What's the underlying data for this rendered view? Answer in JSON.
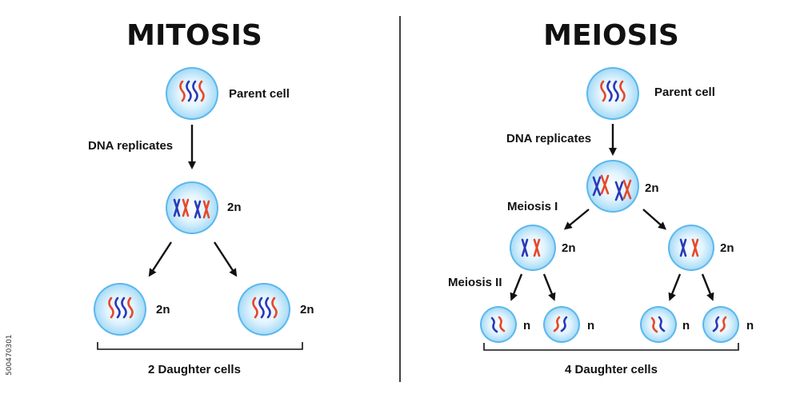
{
  "colors": {
    "maternal": "#e8472a",
    "paternal": "#2a39b8",
    "cell_fill": "#d8f1fd",
    "cell_border": "#5bb8ec"
  },
  "mitosis": {
    "title": "MITOSIS",
    "parent_label": "Parent cell",
    "replicate_label": "DNA replicates",
    "replicated_ploidy": "2n",
    "daughter_left_ploidy": "2n",
    "daughter_right_ploidy": "2n",
    "summary": "2 Daughter cells"
  },
  "meiosis": {
    "title": "MEIOSIS",
    "parent_label": "Parent cell",
    "replicate_label": "DNA replicates",
    "replicated_ploidy": "2n",
    "meiosis1_label": "Meiosis I",
    "meiosis2_label": "Meiosis II",
    "m1_left_ploidy": "2n",
    "m1_right_ploidy": "2n",
    "gamete_ploidy": [
      "n",
      "n",
      "n",
      "n"
    ],
    "summary": "4 Daughter cells"
  },
  "stock_id": "500470301"
}
